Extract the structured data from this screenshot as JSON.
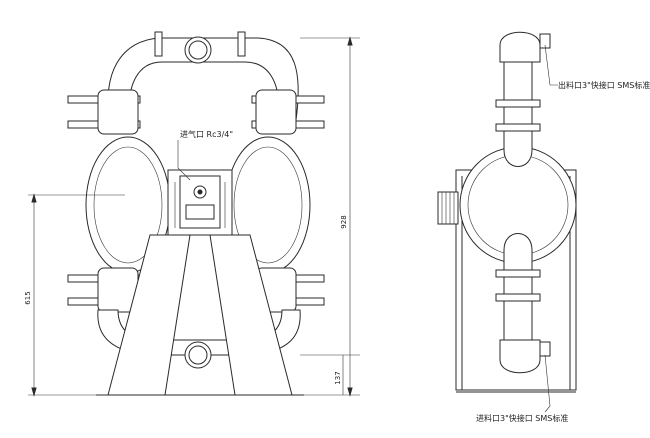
{
  "labels": {
    "air_inlet": "进气口 Rc3/4\"",
    "outlet": "出料口3\"快接口 SMS标准",
    "inlet": "进料口3\"快接口 SMS标准"
  },
  "dimensions": {
    "total_height": "928",
    "lower_height": "615",
    "base_offset": "137"
  }
}
